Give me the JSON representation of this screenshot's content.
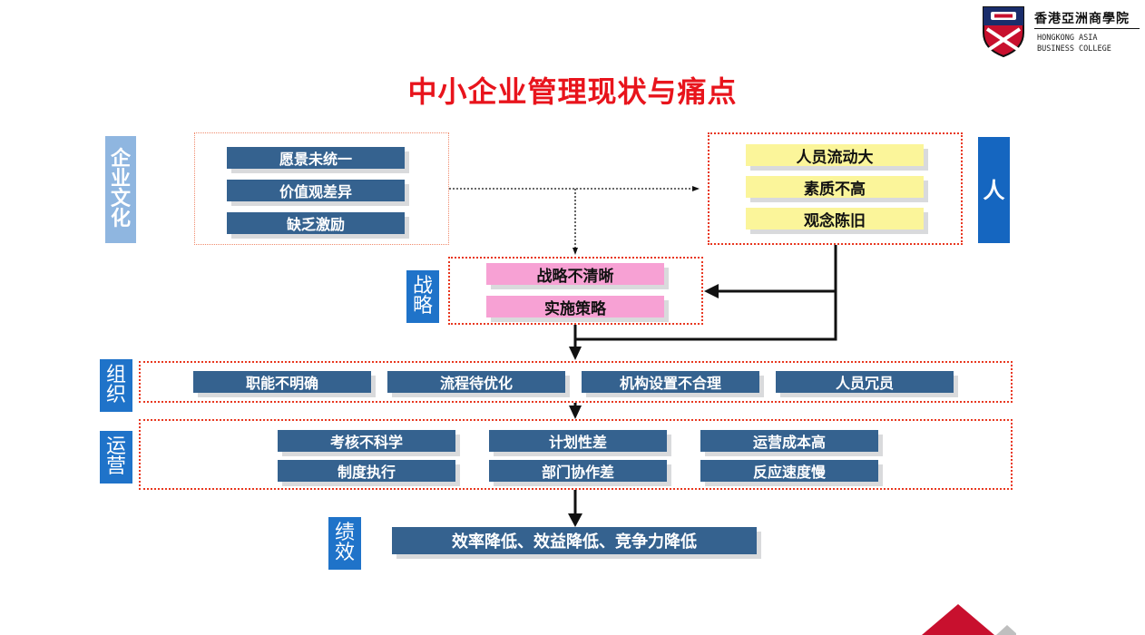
{
  "logo": {
    "cn": "香港亞洲商學院",
    "en_line1": "HONGKONG ASIA",
    "en_line2": "BUSINESS COLLEGE"
  },
  "title": "中小企业管理现状与痛点",
  "labels": {
    "culture": [
      "企",
      "业",
      "文",
      "化"
    ],
    "people": "人",
    "strategy": [
      "战",
      "略"
    ],
    "organization": [
      "组",
      "织"
    ],
    "operations": [
      "运",
      "营"
    ],
    "performance": [
      "绩",
      "效"
    ]
  },
  "culture_items": [
    "愿景未统一",
    "价值观差异",
    "缺乏激励"
  ],
  "people_items": [
    "人员流动大",
    "素质不高",
    "观念陈旧"
  ],
  "strategy_items": [
    "战略不清晰",
    "实施策略"
  ],
  "organization_items": [
    "职能不明确",
    "流程待优化",
    "机构设置不合理",
    "人员冗员"
  ],
  "operations_items": [
    "考核不科学",
    "计划性差",
    "运营成本高",
    "制度执行",
    "部门协作差",
    "反应速度慢"
  ],
  "performance_text": "效率降低、效益降低、竞争力降低",
  "colors": {
    "title": "#e8141c",
    "bar_blue": "#35628f",
    "people_label": "#1566c0",
    "culture_label": "#8fb6e0",
    "border_red": "#e8371f",
    "yellow": "#fbf59a",
    "pink": "#f7a1d4"
  }
}
